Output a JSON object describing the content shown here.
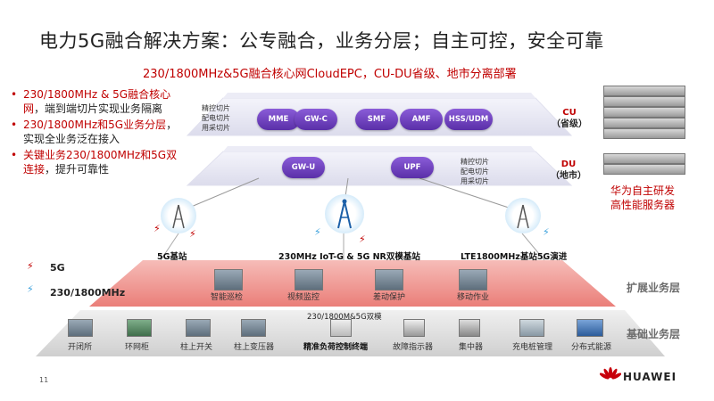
{
  "title": "电力5G融合解决方案：公专融合，业务分层；自主可控，安全可靠",
  "subtitle": "230/1800MHz&5G融合核心网CloudEPC，CU-DU省级、地市分离部署",
  "bullets": [
    {
      "red": "230/1800MHz & 5G融合核心网",
      "dark": "，端到端切片实现业务隔离"
    },
    {
      "red": "230/1800MHz和5G业务分层",
      "dark": "，实现全业务泛在接入"
    },
    {
      "red": "关键业务230/1800MHz和5G双连接",
      "dark": "，提升可靠性"
    }
  ],
  "cu_layer": {
    "slices": [
      "精控切片",
      "配电切片",
      "用采切片"
    ],
    "functions": [
      "MME",
      "GW-C",
      "SMF",
      "AMF",
      "HSS/UDM"
    ]
  },
  "du_layer": {
    "slices": [
      "精控切片",
      "配电切片",
      "用采切片"
    ],
    "functions": [
      "GW-U",
      "UPF"
    ]
  },
  "cu_label": {
    "line1": "CU",
    "line2": "（省级）"
  },
  "du_label": {
    "line1": "DU",
    "line2": "（地市）"
  },
  "server_caption": {
    "line1": "华为自主研发",
    "line2": "高性能服务器"
  },
  "stations": [
    "5G基站",
    "230MHz IoT-G & 5G NR双模基站",
    "LTE1800MHz基站5G演进"
  ],
  "legend": {
    "g5": "5G",
    "mhz": "230/1800MHz"
  },
  "extension_layer": {
    "label": "扩展业务层",
    "items": [
      "智能巡检",
      "视频监控",
      "差动保护",
      "移动作业"
    ]
  },
  "dual_mode_label": "230/1800M&5G双模",
  "base_layer": {
    "label": "基础业务层",
    "items": [
      "开闭所",
      "环网柜",
      "柱上开关",
      "柱上变压器",
      "精准负荷控制终端",
      "故障指示器",
      "集中器",
      "充电桩管理",
      "分布式能源"
    ]
  },
  "page_number": "11",
  "brand": "HUAWEI",
  "colors": {
    "accent_red": "#c00000",
    "cloud_purple": "#6a3cbc",
    "layer_red": "#e86a6a"
  }
}
